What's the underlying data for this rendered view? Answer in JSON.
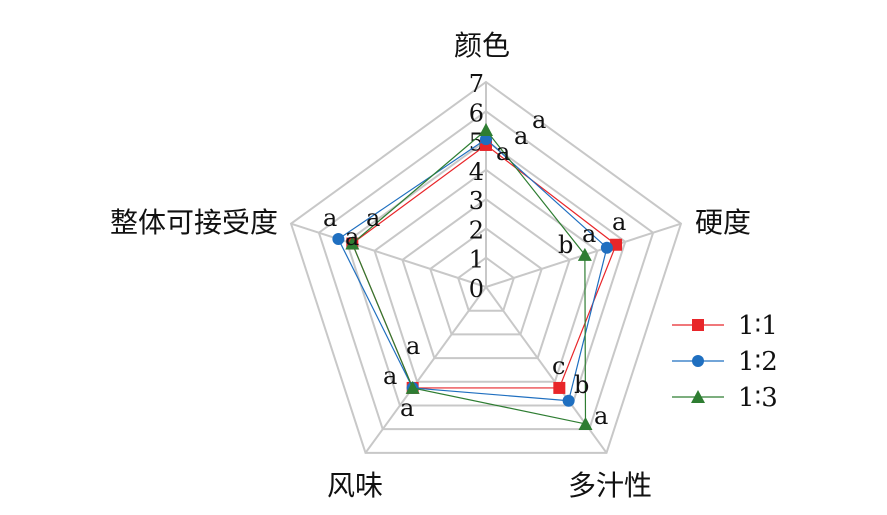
{
  "chart_data": {
    "type": "radar",
    "title": "",
    "axes": [
      "颜色",
      "硬度",
      "多汁性",
      "风味",
      "整体可接受度"
    ],
    "rlim": [
      0,
      7
    ],
    "ticks": [
      "0",
      "1",
      "2",
      "3",
      "4",
      "5",
      "6",
      "7"
    ],
    "grid": true,
    "legend_position": "right",
    "series": [
      {
        "name": "1∶1",
        "color": "#e8262a",
        "marker": "square",
        "values": [
          4.85,
          4.67,
          4.26,
          4.26,
          4.8
        ],
        "letters": [
          "a",
          "a",
          "c",
          "a",
          "a"
        ]
      },
      {
        "name": "1∶2",
        "color": "#1f6fc0",
        "marker": "circle",
        "values": [
          5.05,
          4.34,
          4.8,
          4.26,
          5.3
        ],
        "letters": [
          "a",
          "a",
          "b",
          "a",
          "a"
        ]
      },
      {
        "name": "1∶3",
        "color": "#2e7d32",
        "marker": "triangle",
        "values": [
          5.36,
          3.55,
          5.78,
          4.26,
          4.8
        ],
        "letters": [
          "a",
          "b",
          "a",
          "a",
          "a"
        ]
      }
    ]
  }
}
